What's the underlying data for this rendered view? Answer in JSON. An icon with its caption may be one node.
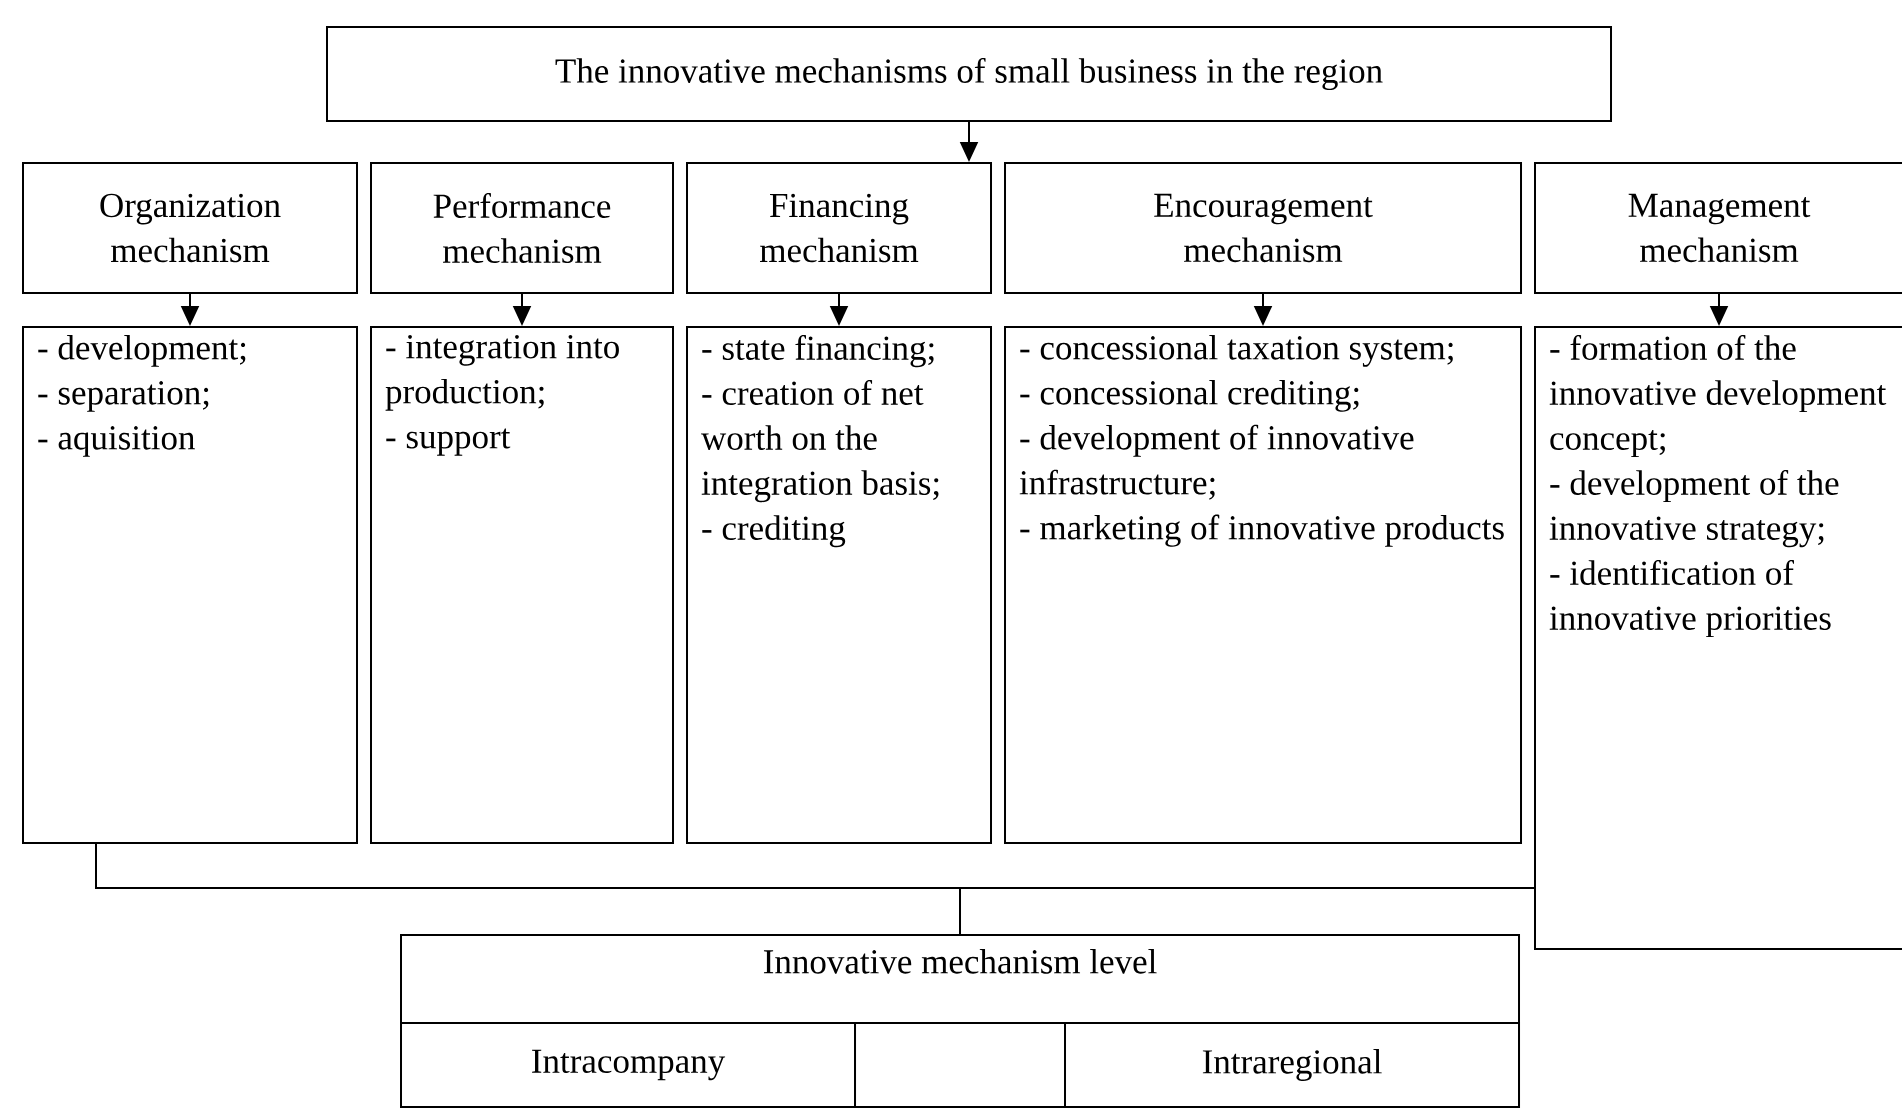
{
  "diagram": {
    "nodes": [
      {
        "text": [
          "The innovative mechanisms of small business in the region"
        ]
      },
      {
        "text": [
          "Organization mechanism"
        ]
      },
      {
        "text": [
          "Performance mechanism"
        ]
      },
      {
        "text": [
          "Financing mechanism"
        ]
      },
      {
        "text": [
          "Encouragement mechanism"
        ]
      },
      {
        "text": [
          "Management mechanism"
        ]
      },
      {
        "text": [
          "- development;",
          "- separation;",
          "- aquisition"
        ]
      },
      {
        "text": [
          "- integration into production;",
          "- support"
        ]
      },
      {
        "text": [
          "- state financing;",
          "- creation of net worth on the integration basis;",
          "- crediting"
        ]
      },
      {
        "text": [
          "- concessional taxation system;",
          "- concessional crediting;",
          "- development of innovative infrastructure;",
          "- marketing of innovative products"
        ]
      },
      {
        "text": [
          "- formation of the innovative development concept;",
          "- development of the innovative strategy;",
          "- identification of innovative priorities"
        ]
      },
      {
        "text": [
          "Innovative mechanism level"
        ]
      },
      {
        "text": [
          "Intracompany"
        ],
        "in": 11
      },
      {
        "text": [],
        "shape": "box",
        "in": 11
      },
      {
        "text": [
          "Intraregional"
        ],
        "in": 11
      }
    ],
    "edges": [
      {
        "from": 0,
        "to": 3,
        "arrow": "to"
      },
      {
        "from": 1,
        "to": 6,
        "arrow": "to"
      },
      {
        "from": 2,
        "to": 7,
        "arrow": "to"
      },
      {
        "from": 3,
        "to": 8,
        "arrow": "to"
      },
      {
        "from": 4,
        "to": 9,
        "arrow": "to"
      },
      {
        "from": 5,
        "to": 10,
        "arrow": "to"
      },
      {
        "from": 6,
        "to": 11,
        "arrow": "none"
      },
      {
        "from": 10,
        "to": 11,
        "arrow": "none"
      }
    ]
  }
}
